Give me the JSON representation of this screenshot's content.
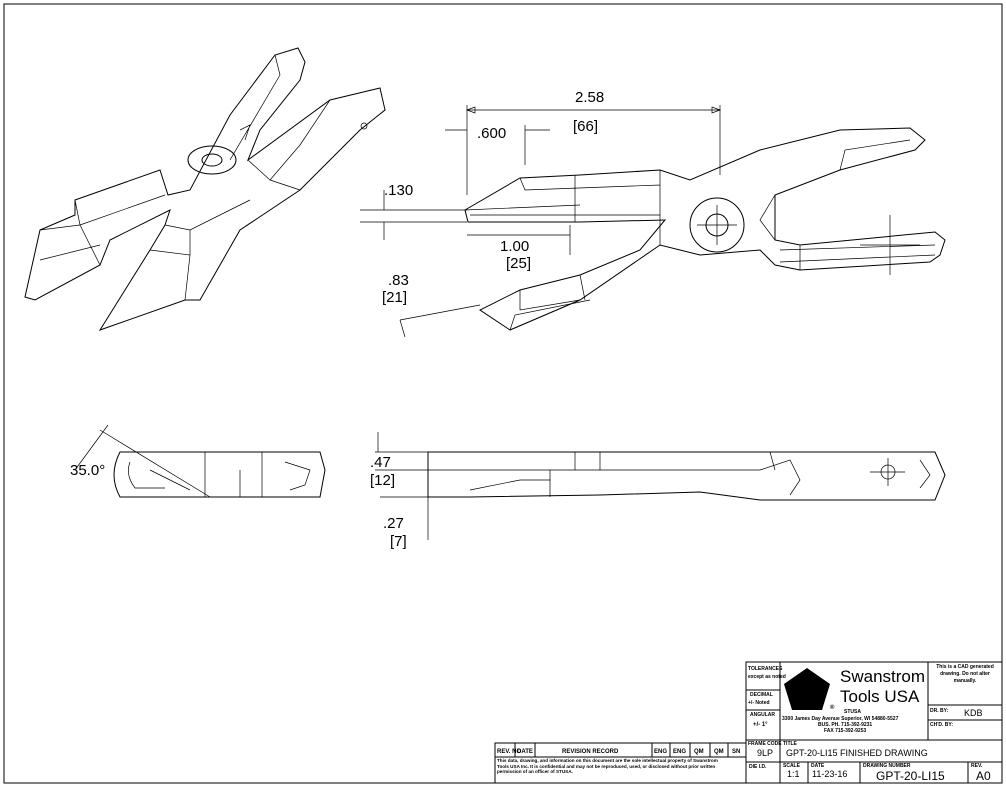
{
  "dimensions": {
    "overall_length": "2.58",
    "overall_length_mm": "[66]",
    "tip_length": ".600",
    "tip_thickness": ".130",
    "blade_length": "1.00",
    "blade_length_mm": "[25]",
    "jaw_opening": ".83",
    "jaw_opening_mm": "[21]",
    "angle": "35.0°",
    "height": ".47",
    "height_mm": "[12]",
    "offset": ".27",
    "offset_mm": "[7]"
  },
  "title_block": {
    "company_line1": "Swanstrom",
    "company_line2": "Tools USA",
    "registered": "®",
    "company_abbr": "STUSA",
    "address": "3300 James Day Avenue Superior, WI 54880-5527",
    "phone": "BUS. PH. 715-392-9231",
    "fax": "FAX 715-392-9253",
    "tolerances_label": "TOLERANCES",
    "tolerances_value": "except as noted",
    "decimal_label": "DECIMAL",
    "decimal_value": "+/- Noted",
    "angular_label": "ANGULAR",
    "angular_value": "+/- 1°",
    "cad_note": "This is a CAD generated drawing. Do not alter manually.",
    "drawn_by_label": "DR. BY:",
    "drawn_by": "KDB",
    "checked_by_label": "CH'D. BY:",
    "frame_code_label": "FRAME CODE",
    "frame_code": "9LP",
    "title_label": "TITLE",
    "title": "GPT-20-LI15 FINISHED DRAWING",
    "die_id_label": "DIE I.D.",
    "scale_label": "SCALE",
    "scale": "1:1",
    "date_label": "DATE",
    "date": "11-23-16",
    "drawing_number_label": "DRAWING NUMBER",
    "drawing_number": "GPT-20-LI15",
    "rev_label": "REV.",
    "rev": "A0"
  },
  "revision_block": {
    "headers": [
      "REV. NO",
      "DATE",
      "REVISION RECORD",
      "ENG",
      "ENG",
      "QM",
      "QM",
      "SN"
    ],
    "notice": "This data, drawing, and information on this document are the sole intellectual property of Swanstrom Tools USA Inc. It is confidential and may not be reproduced, used, or disclosed without prior written permission of an officer of STUSA."
  }
}
